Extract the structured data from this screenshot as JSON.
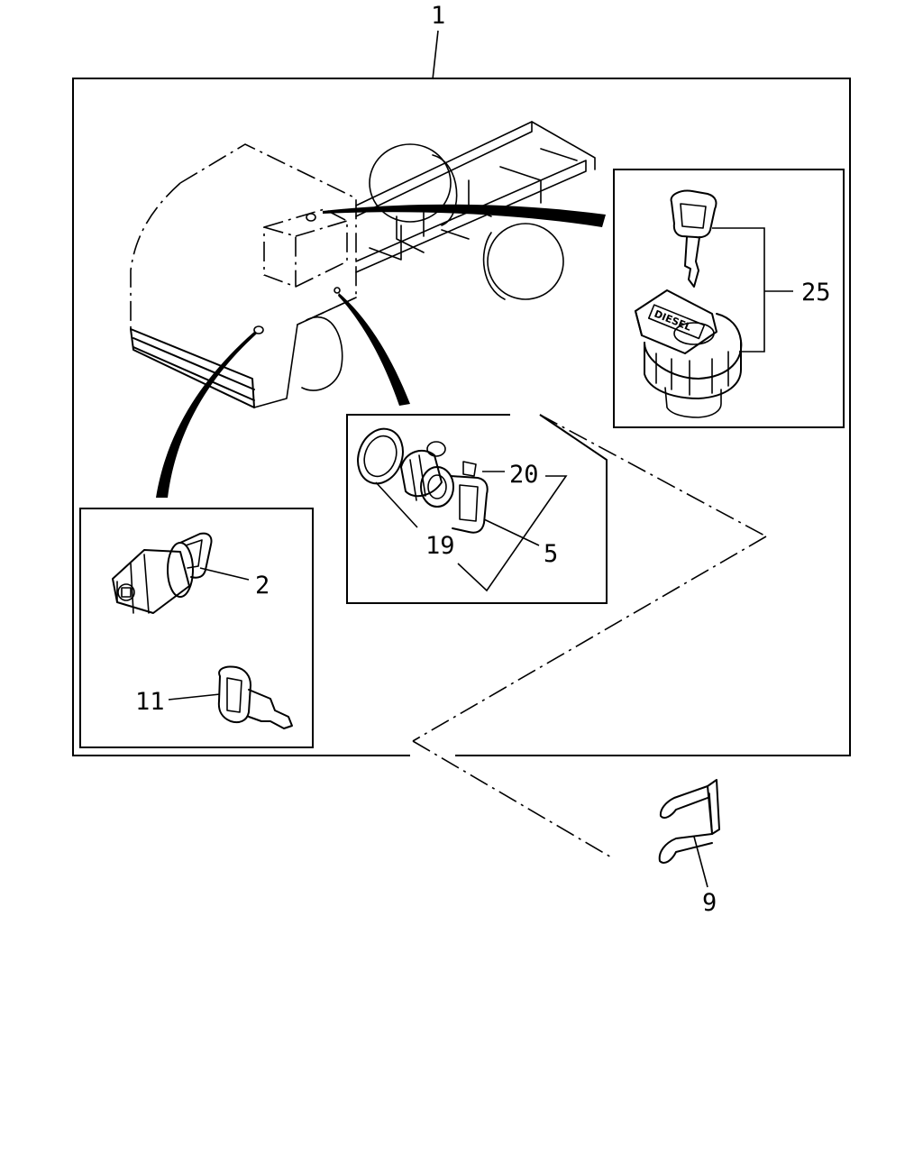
{
  "callouts": {
    "c1": "1",
    "c2": "2",
    "c5": "5",
    "c9": "9",
    "c11": "11",
    "c19": "19",
    "c20": "20",
    "c25": "25"
  },
  "fuel_cap_label": "DIESEL",
  "icons": {
    "truck": "truck-chassis-icon",
    "fuel_cap": "fuel-cap-icon",
    "key": "key-icon",
    "lock_cylinder": "lock-cylinder-icon",
    "clip": "retainer-clip-icon"
  }
}
